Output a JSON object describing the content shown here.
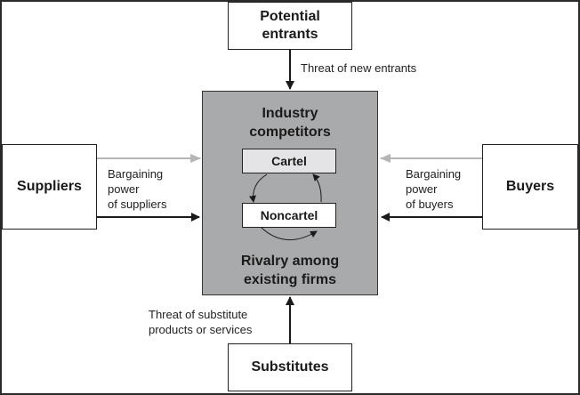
{
  "diagram": {
    "title": "Five forces model with cartel",
    "nodes": {
      "potential_entrants": "Potential\nentrants",
      "suppliers": "Suppliers",
      "buyers": "Buyers",
      "substitutes": "Substitutes",
      "industry": {
        "top_title": "Industry\ncompetitors",
        "cartel": "Cartel",
        "noncartel": "Noncartel",
        "bottom_title": "Rivalry among\nexisting firms"
      }
    },
    "edges": [
      {
        "from": "potential_entrants",
        "to": "industry",
        "label": "Threat of new entrants"
      },
      {
        "from": "suppliers",
        "to": "industry",
        "label": "Bargaining\npower\nof suppliers"
      },
      {
        "from": "buyers",
        "to": "industry",
        "label": "Bargaining\npower\nof buyers"
      },
      {
        "from": "substitutes",
        "to": "industry",
        "label": "Threat of substitute\nproducts or services"
      },
      {
        "from": "cartel",
        "to": "noncartel",
        "label": ""
      },
      {
        "from": "noncartel",
        "to": "cartel",
        "label": ""
      }
    ],
    "colors": {
      "core_fill": "#a9aaac",
      "cartel_fill": "#e4e4e6",
      "gray_arrow": "#b5b5b5",
      "dark_arrow": "#1a1a1a"
    }
  }
}
